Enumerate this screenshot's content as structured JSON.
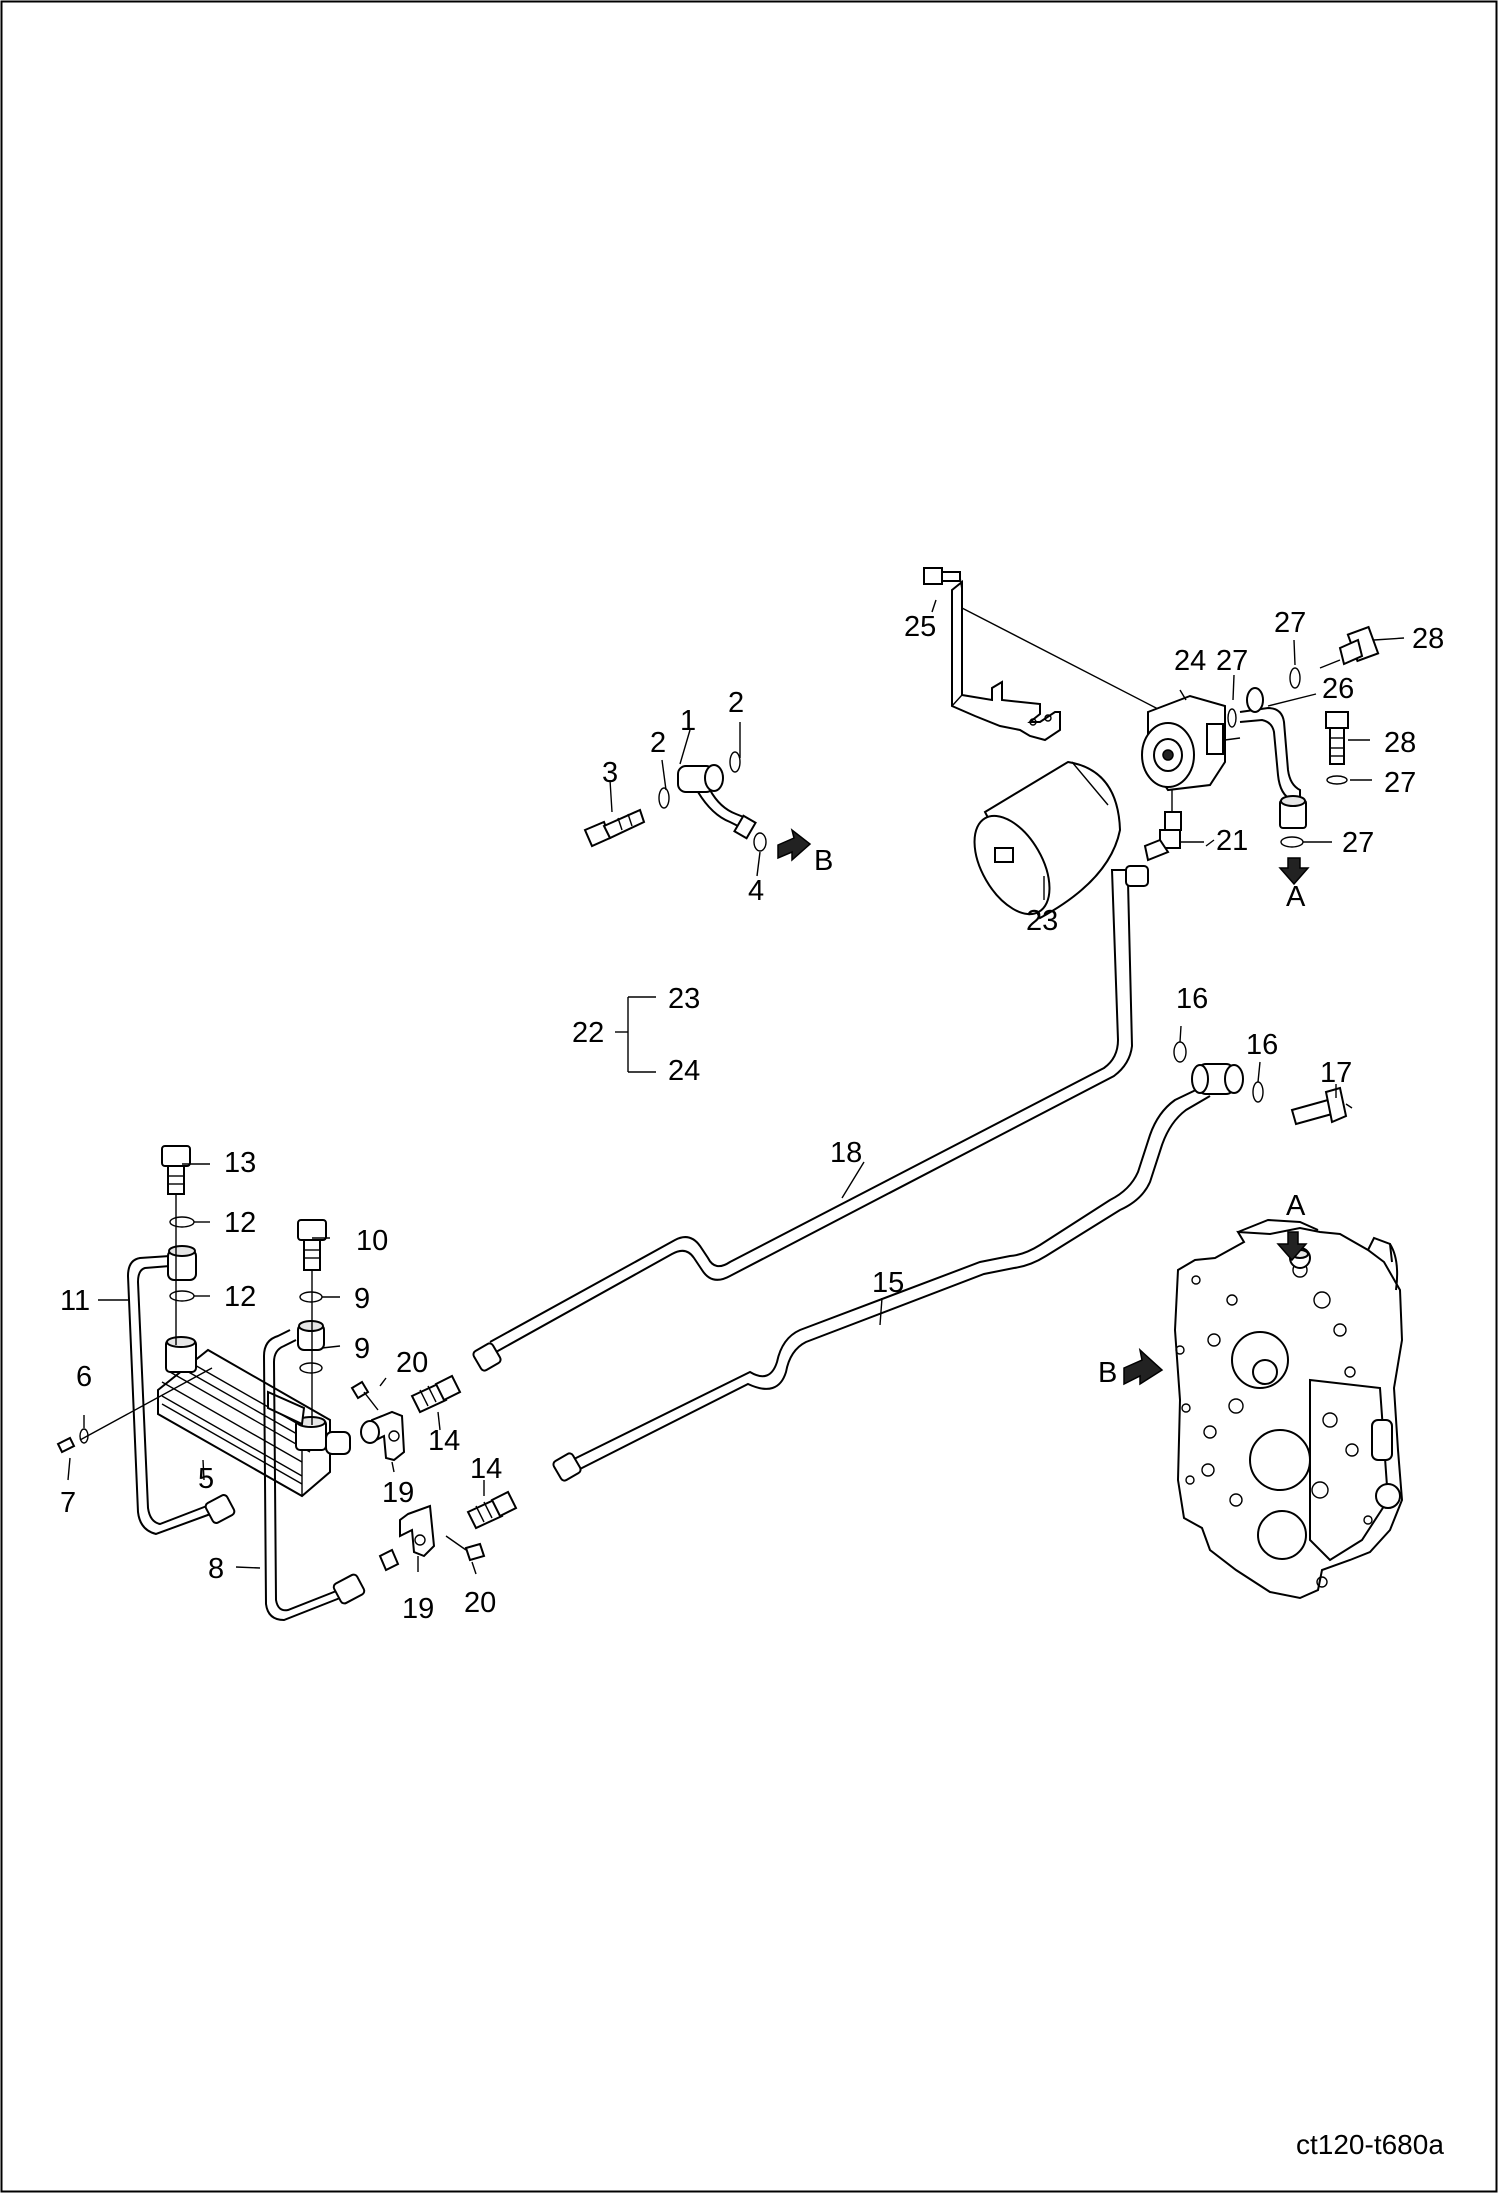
{
  "drawing_code": "ct120-t680a",
  "view_markers": {
    "a": "A",
    "b": "B"
  },
  "callouts": [
    {
      "id": "c1",
      "text": "1"
    },
    {
      "id": "c2a",
      "text": "2"
    },
    {
      "id": "c2b",
      "text": "2"
    },
    {
      "id": "c3",
      "text": "3"
    },
    {
      "id": "c4",
      "text": "4"
    },
    {
      "id": "c5",
      "text": "5"
    },
    {
      "id": "c6",
      "text": "6"
    },
    {
      "id": "c7",
      "text": "7"
    },
    {
      "id": "c8",
      "text": "8"
    },
    {
      "id": "c9a",
      "text": "9"
    },
    {
      "id": "c9b",
      "text": "9"
    },
    {
      "id": "c10",
      "text": "10"
    },
    {
      "id": "c11",
      "text": "11"
    },
    {
      "id": "c12a",
      "text": "12"
    },
    {
      "id": "c12b",
      "text": "12"
    },
    {
      "id": "c13",
      "text": "13"
    },
    {
      "id": "c14a",
      "text": "14"
    },
    {
      "id": "c14b",
      "text": "14"
    },
    {
      "id": "c15",
      "text": "15"
    },
    {
      "id": "c16a",
      "text": "16"
    },
    {
      "id": "c16b",
      "text": "16"
    },
    {
      "id": "c17",
      "text": "17"
    },
    {
      "id": "c18",
      "text": "18"
    },
    {
      "id": "c19a",
      "text": "19"
    },
    {
      "id": "c19b",
      "text": "19"
    },
    {
      "id": "c20a",
      "text": "20"
    },
    {
      "id": "c20b",
      "text": "20"
    },
    {
      "id": "c21",
      "text": "21"
    },
    {
      "id": "c22",
      "text": "22"
    },
    {
      "id": "c22-23",
      "text": "23"
    },
    {
      "id": "c22-24",
      "text": "24"
    },
    {
      "id": "c23",
      "text": "23"
    },
    {
      "id": "c24",
      "text": "24"
    },
    {
      "id": "c25",
      "text": "25"
    },
    {
      "id": "c26",
      "text": "26"
    },
    {
      "id": "c27a",
      "text": "27"
    },
    {
      "id": "c27b",
      "text": "27"
    },
    {
      "id": "c27c",
      "text": "27"
    },
    {
      "id": "c27d",
      "text": "27"
    },
    {
      "id": "c28a",
      "text": "28"
    },
    {
      "id": "c28b",
      "text": "28"
    }
  ]
}
